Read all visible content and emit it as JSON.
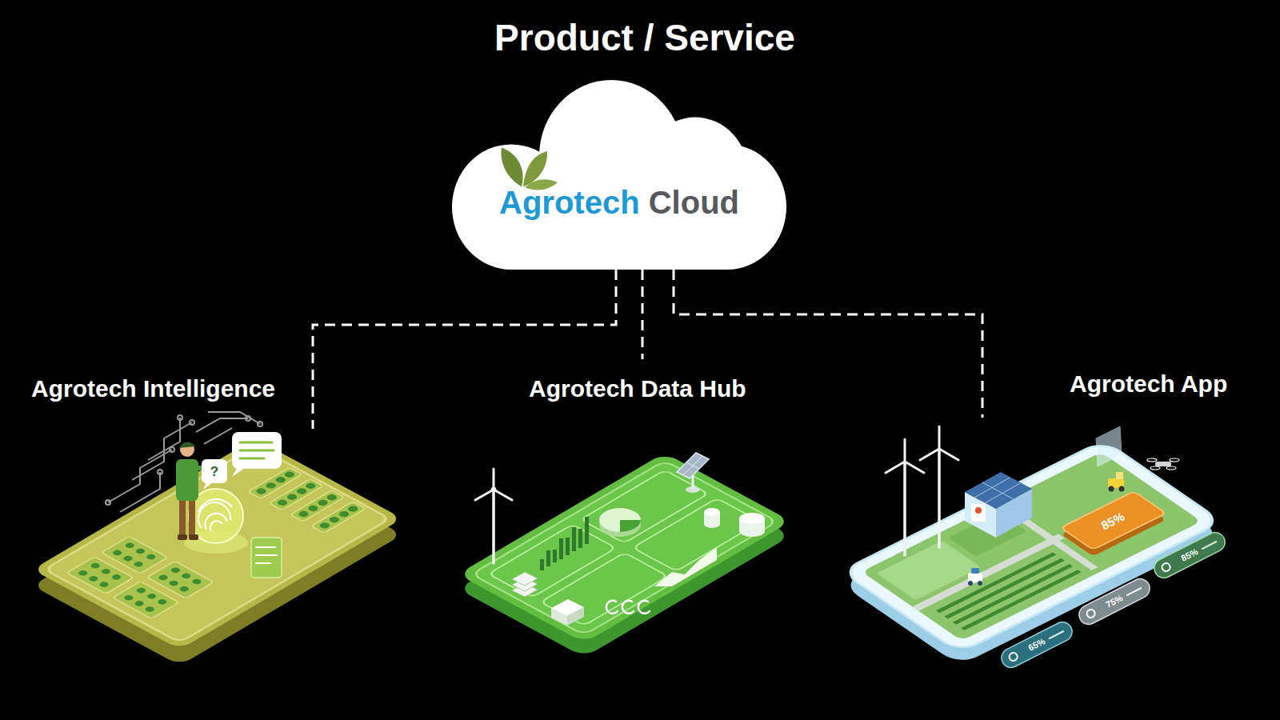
{
  "diagram": {
    "title": "Product / Service",
    "nodes": [
      {
        "text": [
          "Agrotech Cloud"
        ]
      },
      {
        "text": [
          "Agrotech Intelligence"
        ]
      },
      {
        "text": [
          "Agrotech Data Hub"
        ]
      },
      {
        "text": [
          "Agrotech App"
        ]
      }
    ],
    "edges": [
      {
        "from": 0,
        "to": 1,
        "arrow": "none"
      },
      {
        "from": 0,
        "to": 2,
        "arrow": "none"
      },
      {
        "from": 0,
        "to": 3,
        "arrow": "none"
      }
    ],
    "labels": [
      "?",
      "85%",
      "65%",
      "75%",
      "85%"
    ]
  }
}
